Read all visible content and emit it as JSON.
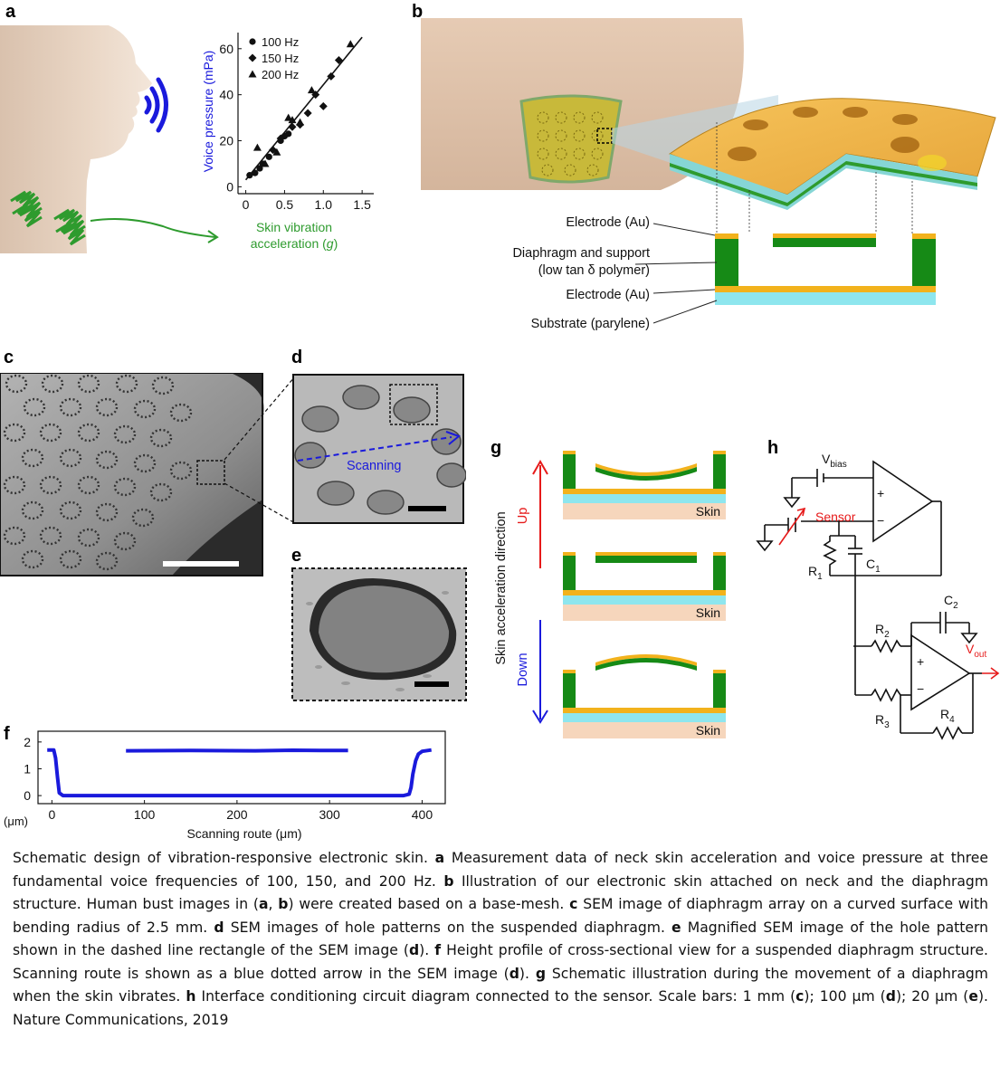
{
  "panel_labels": {
    "a": "a",
    "b": "b",
    "c": "c",
    "d": "d",
    "e": "e",
    "f": "f",
    "g": "g",
    "h": "h"
  },
  "panel_a": {
    "legend": [
      "100 Hz",
      "150 Hz",
      "200 Hz"
    ],
    "ylabel": "Voice pressure (mPa)",
    "xlabel_line1": "Skin vibration",
    "xlabel_line2": "acceleration (",
    "xlabel_g": "g",
    "xlabel_end": ")",
    "yticks": [
      "0",
      "20",
      "40",
      "60"
    ],
    "xticks": [
      "0",
      "0.5",
      "1.0",
      "1.5"
    ]
  },
  "chart_data": [
    {
      "type": "scatter",
      "ylabel": "Voice pressure (mPa)",
      "xlabel": "Skin vibration acceleration (g)",
      "xlim": [
        -0.1,
        1.65
      ],
      "ylim": [
        -3,
        67
      ],
      "series": [
        {
          "name": "100 Hz",
          "marker": "circle",
          "x": [
            0.05,
            0.12,
            0.18,
            0.22,
            0.3,
            0.45,
            0.5,
            0.55
          ],
          "y": [
            5,
            6,
            8,
            10,
            13,
            20,
            22,
            23
          ]
        },
        {
          "name": "150 Hz",
          "marker": "diamond",
          "x": [
            0.35,
            0.45,
            0.6,
            0.7,
            0.8,
            0.9,
            1.0,
            1.1,
            1.2
          ],
          "y": [
            16,
            21,
            26,
            27,
            32,
            40,
            35,
            48,
            55
          ]
        },
        {
          "name": "200 Hz",
          "marker": "triangle",
          "x": [
            0.15,
            0.25,
            0.4,
            0.55,
            0.6,
            0.7,
            0.85,
            1.35
          ],
          "y": [
            17,
            10,
            15,
            30,
            29,
            28,
            42,
            62
          ]
        }
      ],
      "fit_line": {
        "x": [
          0.0,
          1.5
        ],
        "y": [
          3,
          65
        ]
      }
    },
    {
      "type": "line",
      "xlabel": "Scanning route (μm)",
      "ylabel": "(μm)",
      "xlim": [
        -15,
        425
      ],
      "ylim": [
        -0.3,
        2.4
      ],
      "xticks": [
        0,
        100,
        200,
        300,
        400
      ],
      "yticks": [
        0,
        1,
        2
      ],
      "series": [
        {
          "name": "profile",
          "color": "#1a1adc",
          "x": [
            -5,
            2,
            4,
            6,
            8,
            12,
            40,
            120,
            200,
            300,
            380,
            386,
            388,
            390,
            393,
            396,
            400,
            410
          ],
          "y": [
            1.7,
            1.7,
            1.4,
            0.7,
            0.1,
            0.0,
            0.0,
            0.0,
            0.0,
            0.0,
            0.0,
            0.05,
            0.3,
            0.8,
            1.3,
            1.55,
            1.65,
            1.7
          ]
        },
        {
          "name": "diaphragm",
          "color": "#1a1adc",
          "x": [
            80,
            150,
            220,
            260,
            290,
            320
          ],
          "y": [
            1.67,
            1.68,
            1.67,
            1.69,
            1.68,
            1.68
          ]
        }
      ]
    }
  ],
  "panel_b": {
    "labels": [
      "Electrode (Au)",
      "Diaphragm and support",
      "(low tan δ polymer)",
      "Electrode (Au)",
      "Substrate (parylene)"
    ]
  },
  "panel_d": {
    "scanning_label": "Scanning"
  },
  "panel_f": {
    "yticks": [
      "2",
      "1",
      "0"
    ],
    "yunit": "(μm)",
    "xticks": [
      "0",
      "100",
      "200",
      "300",
      "400"
    ],
    "xlabel": "Scanning route (μm)"
  },
  "panel_g": {
    "skin_label": "Skin",
    "up_label": "Up",
    "down_label": "Down",
    "axis_label": "Skin acceleration direction"
  },
  "panel_h": {
    "v_bias": "V",
    "v_bias_sub": "bias",
    "sensor": "Sensor",
    "r1": "R",
    "r1_sub": "1",
    "c1": "C",
    "c1_sub": "1",
    "c2": "C",
    "c2_sub": "2",
    "r2": "R",
    "r2_sub": "2",
    "r3": "R",
    "r3_sub": "3",
    "r4": "R",
    "r4_sub": "4",
    "v_out": "V",
    "v_out_sub": "out",
    "plus": "+",
    "minus": "−"
  },
  "caption": {
    "s1": "Schematic design of vibration-responsive electronic skin. ",
    "a": "a",
    "s2": " Measurement data of neck skin acceleration and voice pressure at three fundamental voice frequencies of 100, 150, and 200 Hz. ",
    "b": "b",
    "s3": " Illustration of our electronic skin attached on neck and the diaphragm structure. Human bust images in (",
    "a2": "a",
    "s4": ", ",
    "b2": "b",
    "s5": ") were created based on a base-mesh. ",
    "c": "c",
    "s6": " SEM image of diaphragm array on a curved surface with bending radius of 2.5 mm. ",
    "d": "d",
    "s7": " SEM images of hole patterns on the suspended diaphragm. ",
    "e": "e",
    "s8": " Magnified SEM image of the hole pattern shown in the dashed line rectangle of the SEM image (",
    "d2": "d",
    "s9": "). ",
    "f": "f",
    "s10": " Height profile of cross-sectional view for a suspended diaphragm structure. Scanning route is shown as a blue dotted arrow in the SEM image (",
    "d3": "d",
    "s11": "). ",
    "g": "g",
    "s12": " Schematic illustration during the movement of a diaphragm when the skin vibrates. ",
    "h": "h",
    "s13": " Interface conditioning circuit diagram connected to the sensor. Scale bars: 1 mm (",
    "c2": "c",
    "s14": "); 100 μm (",
    "d4": "d",
    "s15": "); 20 μm (",
    "e2": "e",
    "s16": "). Nature Communications, 2019"
  }
}
